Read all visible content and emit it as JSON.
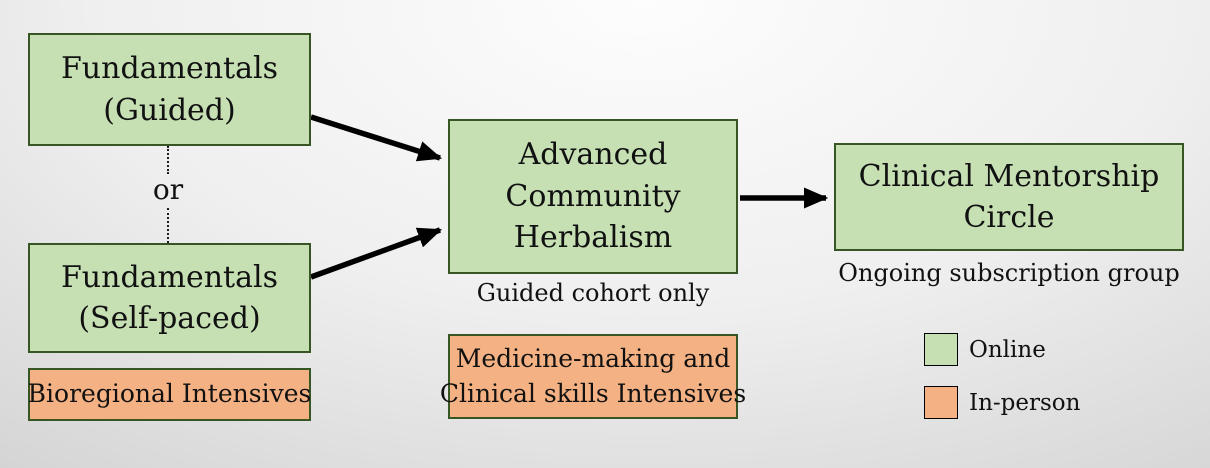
{
  "diagram": {
    "title_hint": "Herbalism program pathway flowchart",
    "nodes": {
      "fundamentals_guided": {
        "line1": "Fundamentals",
        "line2": "(Guided)",
        "mode": "online"
      },
      "fundamentals_self_paced": {
        "line1": "Fundamentals",
        "line2": "(Self-paced)",
        "mode": "online"
      },
      "bioregional_intensives": {
        "line1": "Bioregional Intensives",
        "mode": "in-person"
      },
      "advanced_community_herbalism": {
        "line1": "Advanced",
        "line2": "Community",
        "line3": "Herbalism",
        "mode": "online",
        "caption": "Guided cohort only"
      },
      "medicine_clinical_intensives": {
        "line1": "Medicine-making and",
        "line2": "Clinical skills Intensives",
        "mode": "in-person"
      },
      "clinical_mentorship_circle": {
        "line1": "Clinical Mentorship",
        "line2": "Circle",
        "mode": "online",
        "caption": "Ongoing subscription group"
      }
    },
    "or_label": "or",
    "edges": [
      {
        "from": "fundamentals_guided",
        "to": "advanced_community_herbalism"
      },
      {
        "from": "fundamentals_self_paced",
        "to": "advanced_community_herbalism"
      },
      {
        "from": "advanced_community_herbalism",
        "to": "clinical_mentorship_circle"
      }
    ],
    "legend": [
      {
        "label": "Online",
        "color": "#c6e0b4"
      },
      {
        "label": "In-person",
        "color": "#f4b183"
      }
    ],
    "colors": {
      "online_fill": "#c6e0b4",
      "in_person_fill": "#f4b183",
      "box_border": "#375623",
      "text": "#111111",
      "arrow": "#000000",
      "background_center": "#fdfdfd",
      "background_edge": "#a9a9a9"
    }
  }
}
